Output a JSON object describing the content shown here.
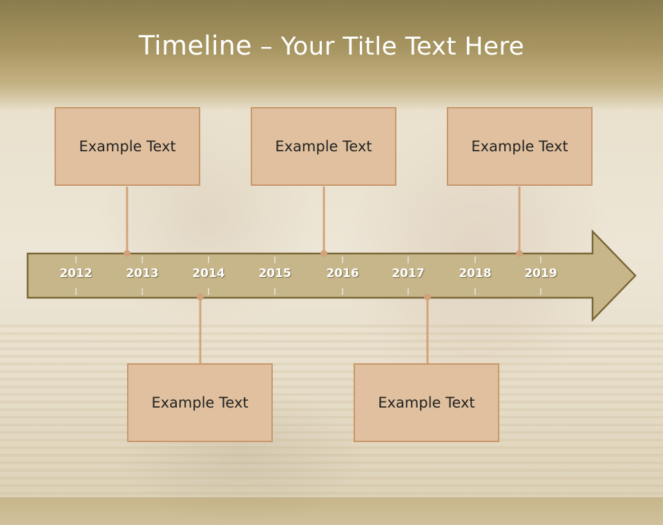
{
  "slide": {
    "title_lead": "Timeline",
    "title_rest": " – Your Title Text Here"
  },
  "timeline": {
    "years": [
      "2012",
      "2013",
      "2014",
      "2015",
      "2016",
      "2017",
      "2018",
      "2019"
    ],
    "boxes_top": [
      {
        "text": "Example Text"
      },
      {
        "text": "Example Text"
      },
      {
        "text": "Example Text"
      }
    ],
    "boxes_bottom": [
      {
        "text": "Example Text"
      },
      {
        "text": "Example Text"
      }
    ]
  },
  "colors": {
    "arrow_fill": "#c7b68a",
    "arrow_stroke": "#7a6838",
    "box_fill": "#e0c09e",
    "box_border": "#c8966a",
    "connector": "#d2a27a"
  }
}
